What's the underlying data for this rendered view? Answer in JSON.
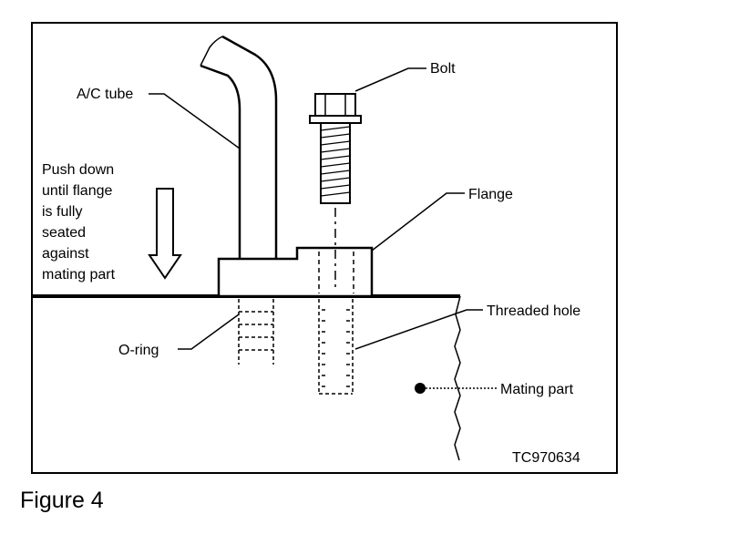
{
  "labels": {
    "ac_tube": "A/C tube",
    "bolt": "Bolt",
    "flange": "Flange",
    "threaded_hole": "Threaded hole",
    "o_ring": "O-ring",
    "mating_part": "Mating part",
    "instruction": [
      "Push down",
      "until flange",
      "is fully",
      "seated",
      "against",
      "mating part"
    ],
    "figure_code": "TC970634"
  },
  "caption": "Figure 4",
  "colors": {
    "ink": "#000000",
    "paper": "#ffffff"
  }
}
